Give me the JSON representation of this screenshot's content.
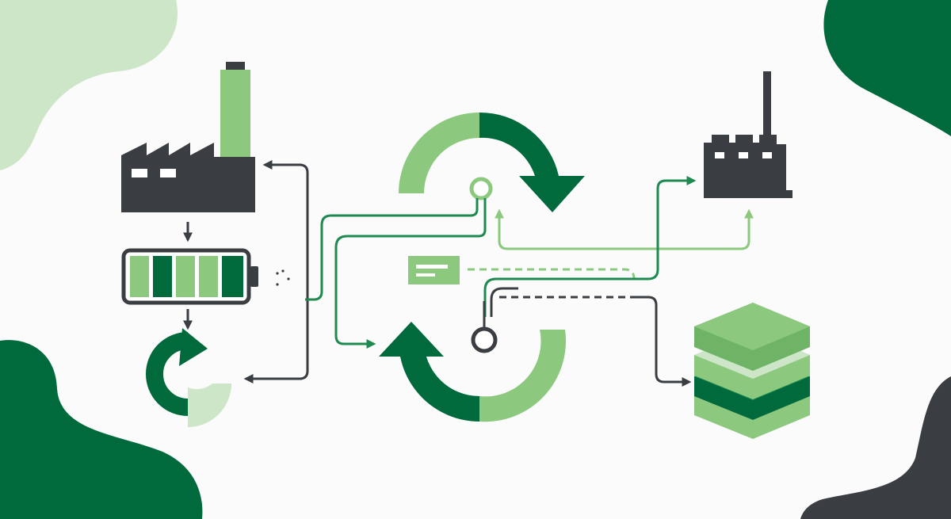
{
  "colors": {
    "background": "#fbfbfb",
    "dark_green": "#006a3d",
    "mid_green": "#1e8a4f",
    "light_green": "#8cc97f",
    "pale_green": "#cde6c7",
    "charcoal": "#3a3e42"
  },
  "icons": [
    "factory-icon",
    "battery-icon",
    "recycle-arc-icon",
    "circular-arrows-icon",
    "process-node-icon",
    "label-card-icon",
    "small-factory-icon",
    "layer-stack-icon"
  ],
  "battery": {
    "cells": [
      "light",
      "dark",
      "light",
      "light",
      "dark"
    ]
  }
}
